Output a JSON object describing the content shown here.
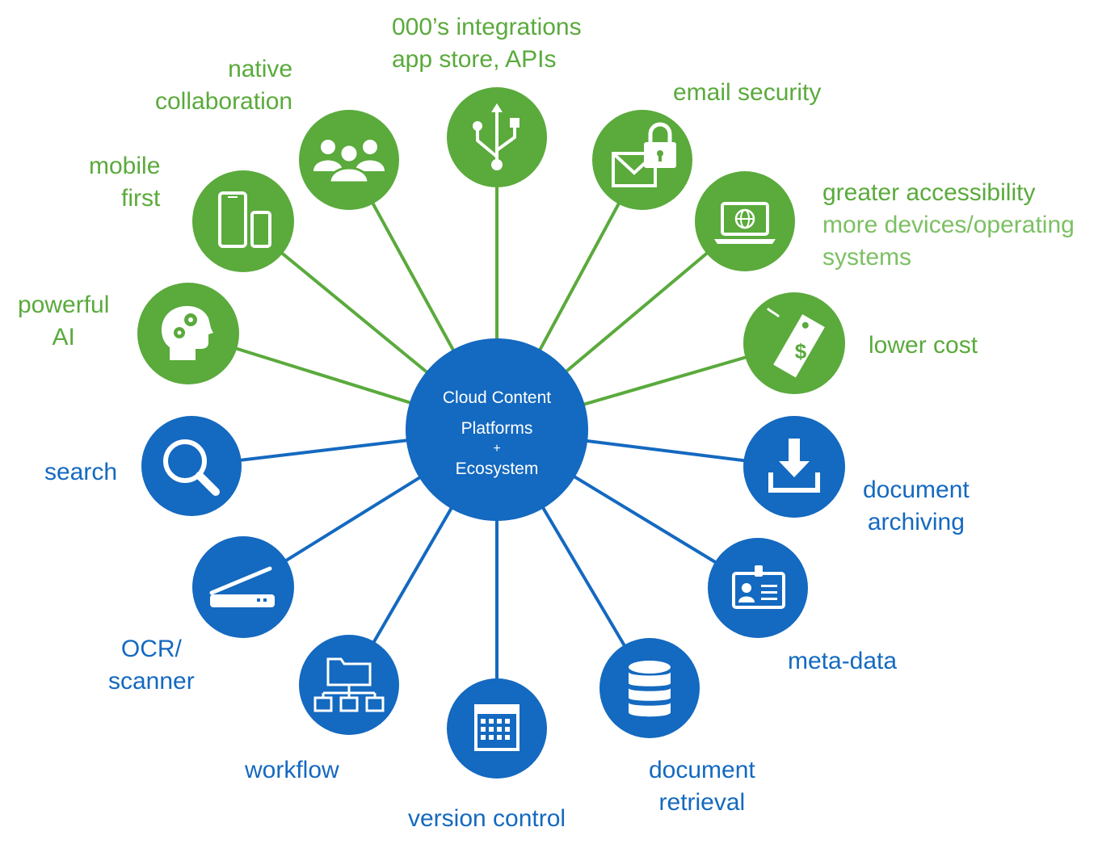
{
  "center": {
    "line1": "Cloud Content",
    "line2": "Platforms",
    "line3": "+",
    "line4": "Ecosystem"
  },
  "colors": {
    "green": "#5aaa3c",
    "blue": "#1469c0",
    "light_green": "#7cc063"
  },
  "nodes": {
    "integrations": {
      "icon": "usb-icon",
      "label": [
        "000’s integrations",
        "app store, APIs"
      ]
    },
    "email_security": {
      "icon": "email-lock-icon",
      "label": [
        "email security"
      ]
    },
    "accessibility": {
      "icon": "laptop-globe-icon",
      "label": [
        "greater accessibility"
      ],
      "sublabel": [
        "more devices/operating",
        "systems"
      ]
    },
    "lower_cost": {
      "icon": "price-tag-icon",
      "label": [
        "lower cost"
      ]
    },
    "archiving": {
      "icon": "download-tray-icon",
      "label": [
        "document",
        "archiving"
      ]
    },
    "metadata": {
      "icon": "id-card-icon",
      "label": [
        "meta-data"
      ]
    },
    "retrieval": {
      "icon": "database-icon",
      "label": [
        "document",
        "retrieval"
      ]
    },
    "version_control": {
      "icon": "calendar-grid-icon",
      "label": [
        "version control"
      ]
    },
    "workflow": {
      "icon": "folder-tree-icon",
      "label": [
        "workflow"
      ]
    },
    "ocr": {
      "icon": "scanner-icon",
      "label": [
        "OCR/",
        "scanner"
      ]
    },
    "search": {
      "icon": "magnifier-icon",
      "label": [
        "search"
      ]
    },
    "ai": {
      "icon": "head-gears-icon",
      "label": [
        "powerful",
        "AI"
      ]
    },
    "mobile": {
      "icon": "mobile-devices-icon",
      "label": [
        "mobile",
        "first"
      ]
    },
    "collaboration": {
      "icon": "people-group-icon",
      "label": [
        "native",
        "collaboration"
      ]
    }
  }
}
